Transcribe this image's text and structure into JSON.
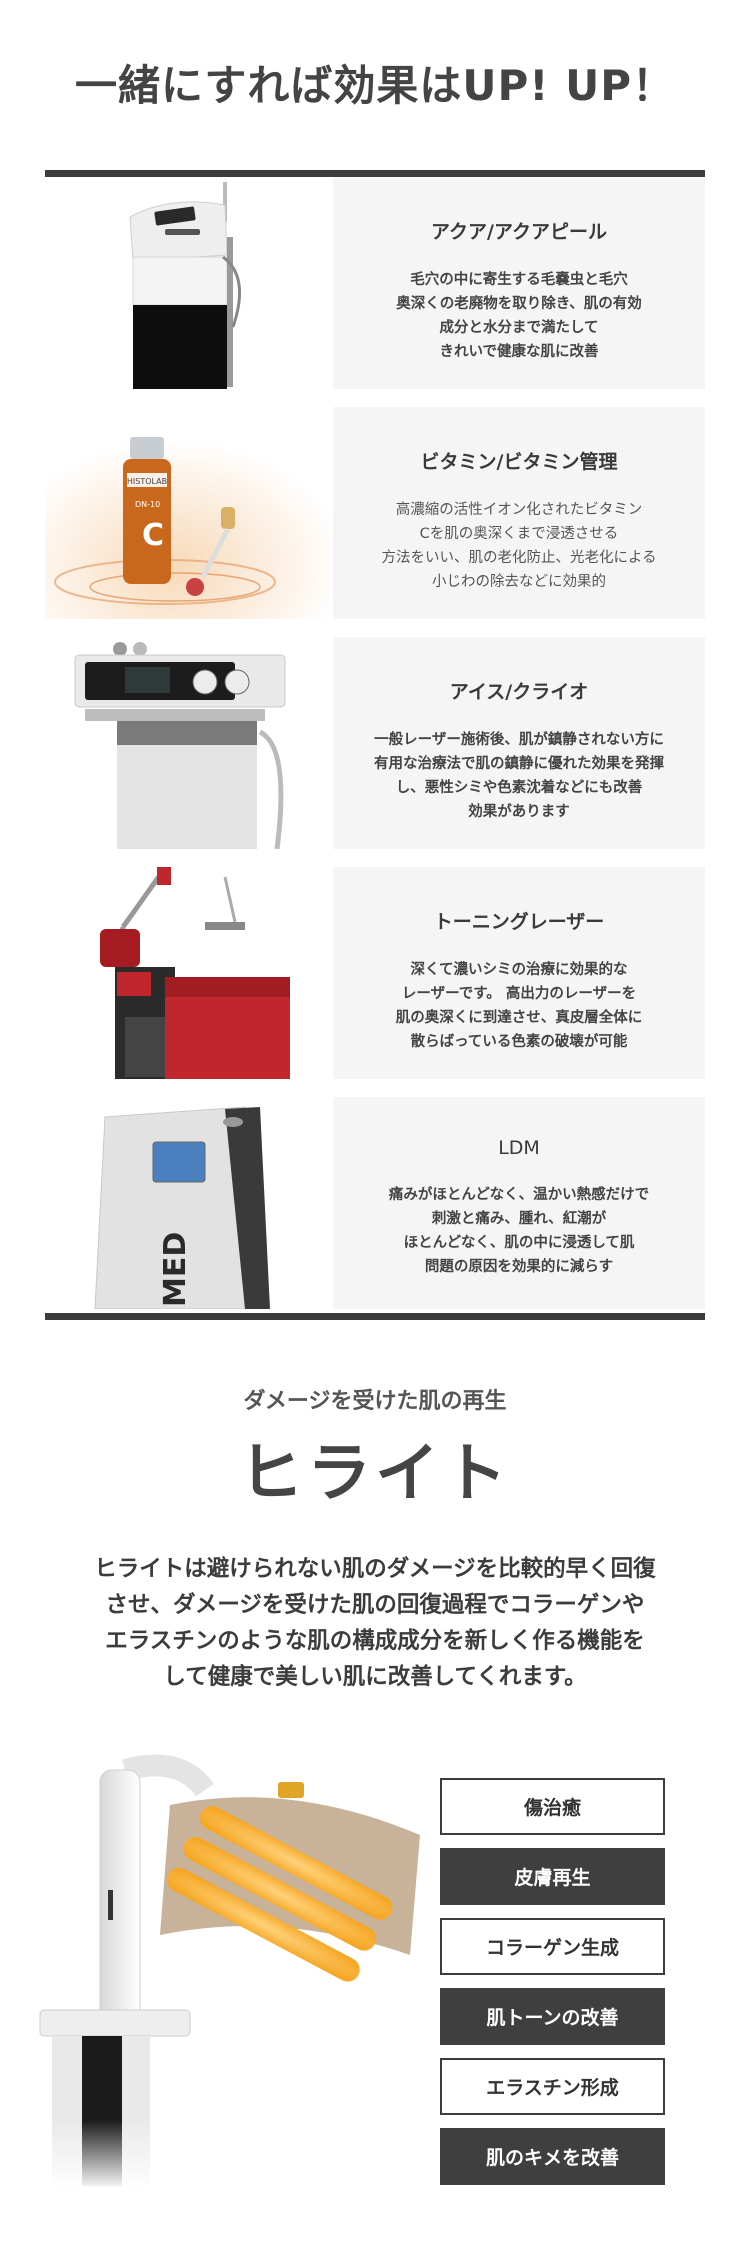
{
  "page_title": "一緒にすれば効果はUP! UP！",
  "treatments": [
    {
      "name": "アクア/アクアピール",
      "description": [
        "毛穴の中に寄生する毛嚢虫と毛穴",
        "奥深くの老廃物を取り除き、肌の有効",
        "成分と水分まで満たして",
        "きれいで健康な肌に改善"
      ]
    },
    {
      "name": "ビタミン/ビタミン管理",
      "description": [
        "高濃縮の活性イオン化されたビタミン",
        "Cを肌の奥深くまで浸透させる",
        "方法をいい、肌の老化防止、光老化による",
        "小じわの除去などに効果的"
      ],
      "product_label": {
        "brand": "HISTOLAB",
        "code": "DN-10",
        "letter": "C"
      }
    },
    {
      "name": "アイス/クライオ",
      "description": [
        "一般レーザー施術後、肌が鎮静されない方に",
        "有用な治療法で肌の鎮静に優れた効果を発揮",
        "し、悪性シミや色素沈着などにも改善",
        "効果があります"
      ]
    },
    {
      "name": "トーニングレーザー",
      "description": [
        "深くて濃いシミの治療に効果的な",
        "レーザーです。 高出力のレーザーを",
        "肌の奥深くに到達させ、真皮層全体に",
        "散らばっている色素の破壊が可能"
      ]
    },
    {
      "name": "LDM",
      "description": [
        "痛みがほとんどなく、温かい熱感だけで",
        "刺激と痛み、腫れ、紅潮が",
        "ほとんどなく、肌の中に浸透して肌",
        "問題の原因を効果的に減らす"
      ],
      "device_label": "MED"
    }
  ],
  "hilite": {
    "subtitle": "ダメージを受けた肌の再生",
    "title": "ヒライト",
    "description": [
      "ヒライトは避けられない肌のダメージを比較的早く回復",
      "させ、ダメージを受けた肌の回復過程でコラーゲンや",
      "エラスチンのような肌の構成成分を新しく作る機能を",
      "して健康で美しい肌に改善してくれます。"
    ]
  },
  "benefits": [
    {
      "label": "傷治癒",
      "style": "outline"
    },
    {
      "label": "皮膚再生",
      "style": "filled"
    },
    {
      "label": "コラーゲン生成",
      "style": "outline"
    },
    {
      "label": "肌トーンの改善",
      "style": "filled"
    },
    {
      "label": "エラスチン形成",
      "style": "outline"
    },
    {
      "label": "肌のキメを改善",
      "style": "filled"
    }
  ],
  "colors": {
    "accent_dark": "#3c3c3c",
    "card_bg": "#f5f5f5",
    "laser_red": "#c0262c",
    "lamp_glow": "#f5a623"
  }
}
